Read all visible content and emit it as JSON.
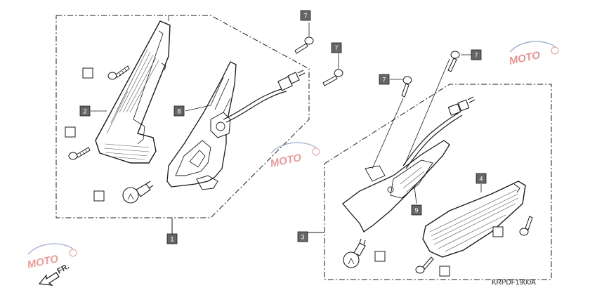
{
  "diagram_code": "KRPDF1900A",
  "direction_label": "FR.",
  "watermark_text": "MOTO",
  "callouts": {
    "set1": "1",
    "lens_left": "2",
    "set2": "3",
    "lens_right": "4",
    "screw_a": "7",
    "screw_b": "7",
    "screw_c": "7",
    "screw_d": "7",
    "harness_left": "8",
    "harness_right": "9"
  },
  "colors": {
    "callout_fill": "#666666",
    "line": "#1a1a1a",
    "watermark_red": "#d23a3a",
    "watermark_blue": "#5a6fb0"
  }
}
